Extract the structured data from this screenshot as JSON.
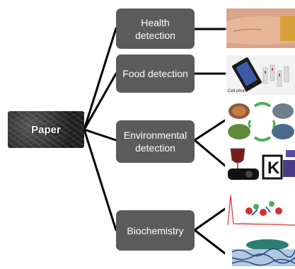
{
  "root": {
    "label": "Paper"
  },
  "branches": [
    {
      "line1": "Health",
      "line2": "detection"
    },
    {
      "line1": "Food detection",
      "line2": ""
    },
    {
      "line1": "Environmental",
      "line2": "detection"
    },
    {
      "line1": "Biochemistry",
      "line2": ""
    }
  ],
  "thumbnail_texts": {
    "phone_caption": "Cell phone",
    "kit_letter": "K"
  },
  "colors": {
    "node_fill": "#5b5b5b",
    "connector": "#000000",
    "root_fill": "#2a2a2a"
  }
}
